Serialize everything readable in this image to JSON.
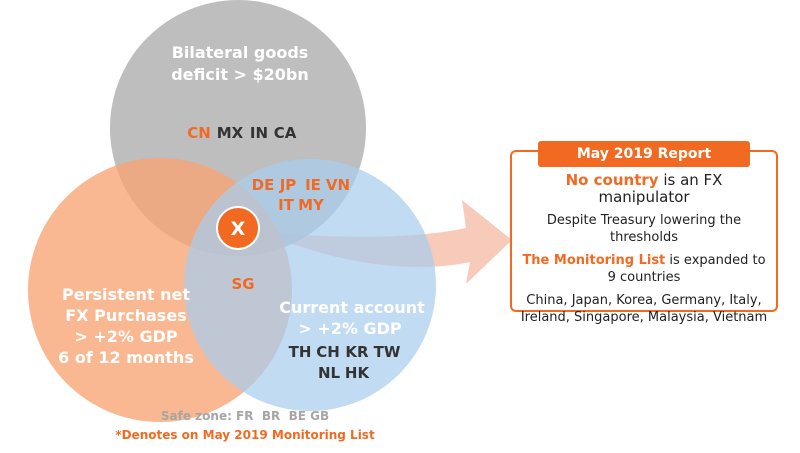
{
  "circles": {
    "top": {
      "title_line1": "Bilateral goods",
      "title_line2": "deficit > $20bn",
      "countries": [
        "CN",
        "MX",
        "IN",
        "CA"
      ]
    },
    "left": {
      "title_lines": [
        "Persistent net",
        "FX Purchases",
        "> +2% GDP",
        "6 of 12 months"
      ]
    },
    "right": {
      "title_lines": [
        "Current account",
        "> +2% GDP"
      ],
      "countries_row1": [
        "TH",
        "CH",
        "KR",
        "TW"
      ],
      "countries_row2": [
        "NL",
        "HK"
      ]
    }
  },
  "overlaps": {
    "top_right_row1": [
      "DE",
      "JP",
      "IE",
      "VN"
    ],
    "top_right_row2": [
      "IT",
      "MY"
    ],
    "left_right": "SG",
    "center": "X"
  },
  "footer": {
    "safe_zone": "Safe zone: FR  BR  BE GB",
    "note": "*Denotes on May 2019 Monitoring List"
  },
  "report": {
    "title": "May 2019 Report",
    "headline_bold": "No country",
    "headline_rest": " is an FX manipulator",
    "line2": "Despite Treasury lowering the thresholds",
    "monitoring_bold": "The Monitoring List",
    "monitoring_rest": " is expanded to 9 countries",
    "countries_list": "China, Japan, Korea, Germany, Italy, Ireland, Singapore, Malaysia, Vietnam"
  },
  "colors": {
    "top_circle": "#b3b3b3",
    "left_circle": "#f7a472",
    "right_circle": "#a9cdef",
    "accent": "#f26a21",
    "arrow": "#f7c4b2"
  }
}
